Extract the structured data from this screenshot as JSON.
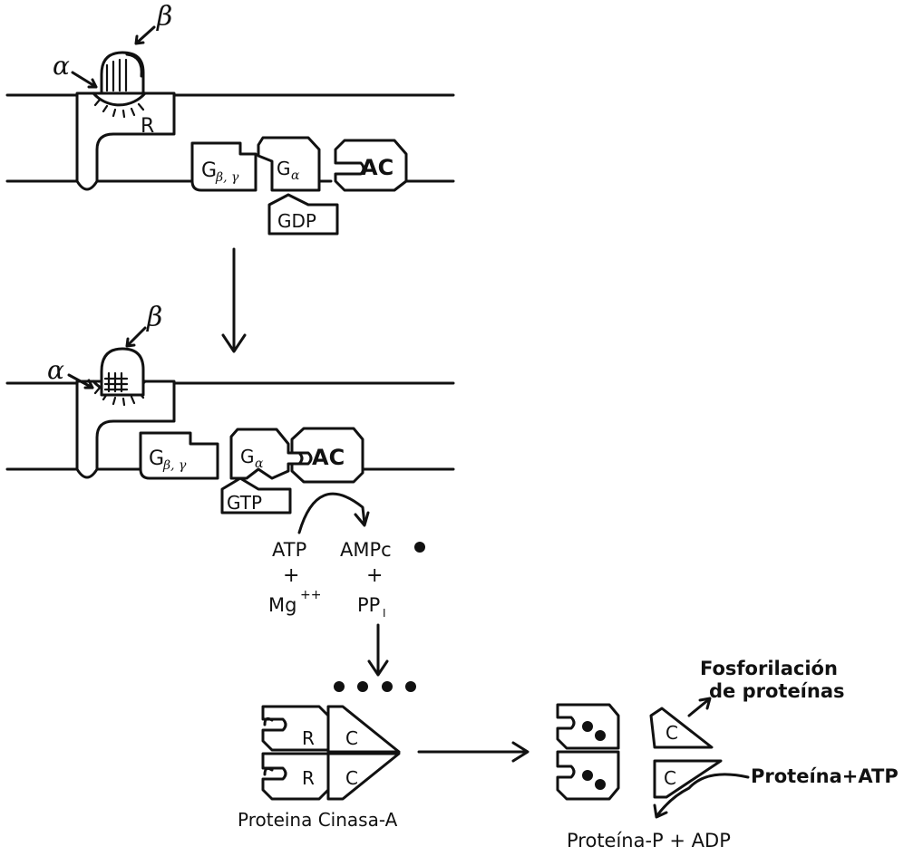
{
  "labels": {
    "alpha": "α",
    "beta": "β",
    "receptor": "R",
    "g_beta_gamma_base": "G",
    "g_beta_gamma_sub": "β, γ",
    "g_alpha_base": "G",
    "g_alpha_sub": "α",
    "adenylate_cyclase": "AC",
    "gdp": "GDP",
    "gtp": "GTP",
    "atp": "ATP",
    "ampc": "AMPc",
    "plus": "+",
    "mg": "Mg",
    "mg_charge": "++",
    "pp": "PP",
    "pp_sub": "I",
    "pka_regulatory": "R",
    "pka_catalytic": "C",
    "pka_name": "Proteina Cinasa-A",
    "phosphorylation_line1": "Fosforilación",
    "phosphorylation_line2": "de proteínas",
    "protein_atp": "Proteína+ATP",
    "protein_p_adp": "Proteína-P + ADP"
  },
  "colors": {
    "ink": "#111111",
    "background": "#ffffff"
  }
}
